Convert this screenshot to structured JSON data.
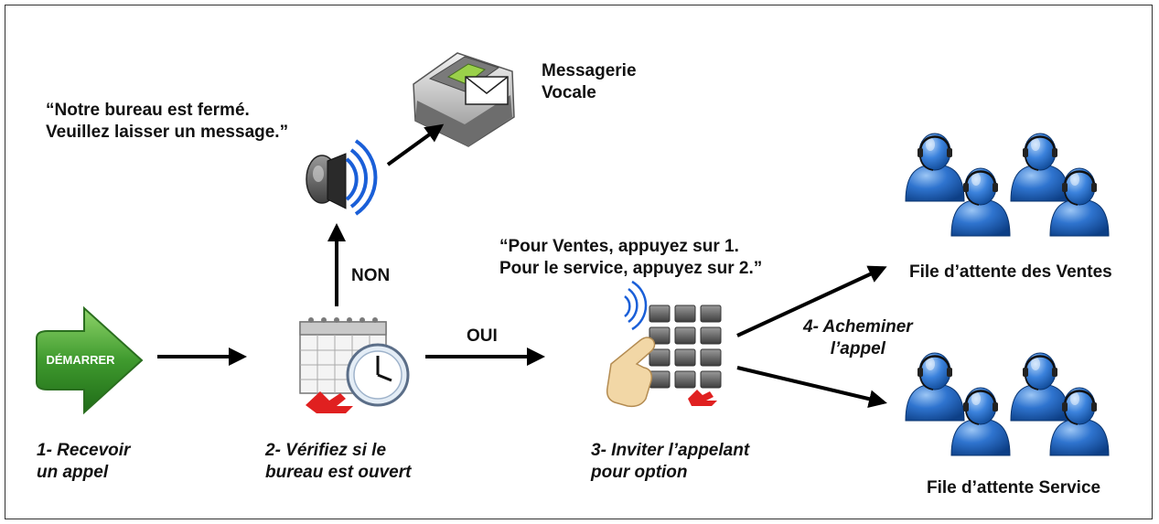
{
  "start_label": "DÉMARRER",
  "steps": {
    "step1": [
      "1- Recevoir",
      "un appel"
    ],
    "step2": [
      "2- Vérifiez si le",
      "bureau est ouvert"
    ],
    "step3": [
      "3- Inviter l’appelant",
      "pour option"
    ],
    "step4": [
      "4- Acheminer",
      "l’appel"
    ]
  },
  "branches": {
    "no": "NON",
    "yes": "OUI"
  },
  "messages": {
    "closed": [
      "“Notre bureau est fermé.",
      "Veuillez laisser un message.”"
    ],
    "menu": [
      "“Pour Ventes, appuyez sur 1.",
      "Pour le service, appuyez sur 2.”"
    ]
  },
  "voicemail": [
    "Messagerie",
    "Vocale"
  ],
  "queues": {
    "sales": "File d’attente des Ventes",
    "service": "File d’attente Service"
  },
  "icons": [
    "start-arrow-icon",
    "calendar-clock-icon",
    "speaker-icon",
    "voicemail-phone-icon",
    "keypad-icon",
    "user-group-icon"
  ],
  "colors": {
    "start_green": "#3f9a2e",
    "people_blue": "#1f5fb0",
    "sound_wave_blue": "#1a5fd8",
    "accent_red": "#e02020"
  }
}
